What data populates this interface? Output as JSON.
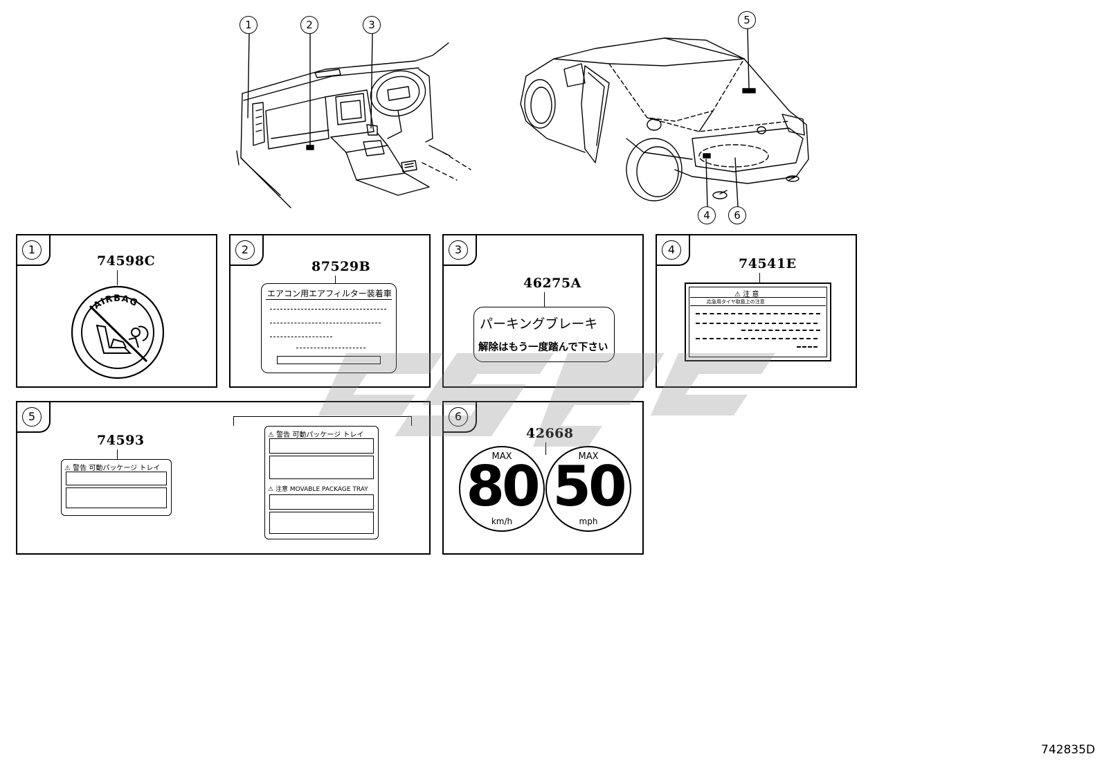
{
  "diagram": {
    "figure_code": "742835D",
    "overview_callouts": [
      "1",
      "2",
      "3",
      "5",
      "4",
      "6"
    ],
    "panels": [
      {
        "index": "1",
        "part_number": "74598C",
        "label_text": "AIRBAG"
      },
      {
        "index": "2",
        "part_number": "87529B",
        "label_text": "エアコン用エアフィルター装着車"
      },
      {
        "index": "3",
        "part_number": "46275A",
        "line1": "パーキングブレーキ",
        "line2": "解除はもう一度踏んで下さい"
      },
      {
        "index": "4",
        "part_number": "74541E",
        "title": "注 意",
        "subtitle": "応急用タイヤ取扱上の注意"
      },
      {
        "index": "5",
        "part_number": "74593",
        "small_label_header": "警告 可動パッケージ トレイ",
        "large_label_header_jp": "警告 可動パッケージ トレイ",
        "large_label_header_en_tag": "注意",
        "large_label_header_en": "MOVABLE PACKAGE TRAY"
      },
      {
        "index": "6",
        "part_number": "42668",
        "left_sign": {
          "top": "MAX",
          "value": "80",
          "unit": "km/h"
        },
        "right_sign": {
          "top": "MAX",
          "value": "50",
          "unit": "mph"
        }
      }
    ]
  }
}
